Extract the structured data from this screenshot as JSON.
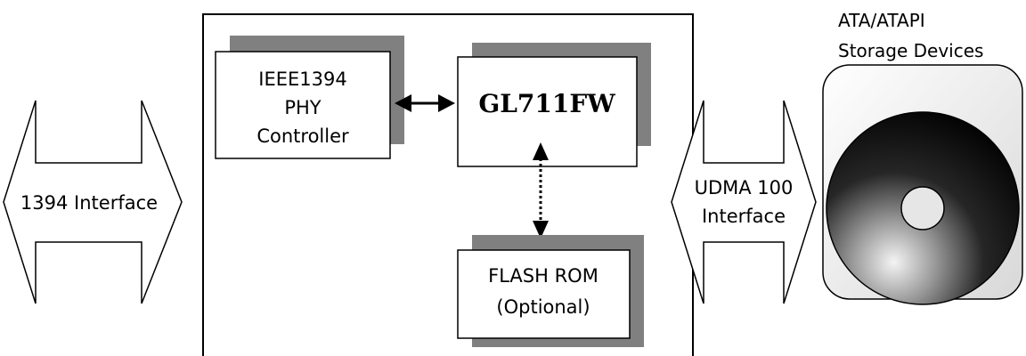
{
  "diagram": {
    "phy_controller": {
      "lines": [
        "IEEE1394",
        "PHY",
        "Controller"
      ]
    },
    "main_chip": {
      "label": "GL711FW"
    },
    "flash_rom": {
      "lines": [
        "FLASH ROM",
        "(Optional)"
      ]
    },
    "left_interface": {
      "label": "1394 Interface"
    },
    "right_interface": {
      "lines": [
        "UDMA 100",
        "Interface"
      ]
    },
    "storage": {
      "lines": [
        "ATA/ATAPI",
        "Storage Devices"
      ]
    },
    "colors": {
      "shadow": "#808080",
      "stroke": "#000000",
      "background": "#ffffff"
    }
  }
}
